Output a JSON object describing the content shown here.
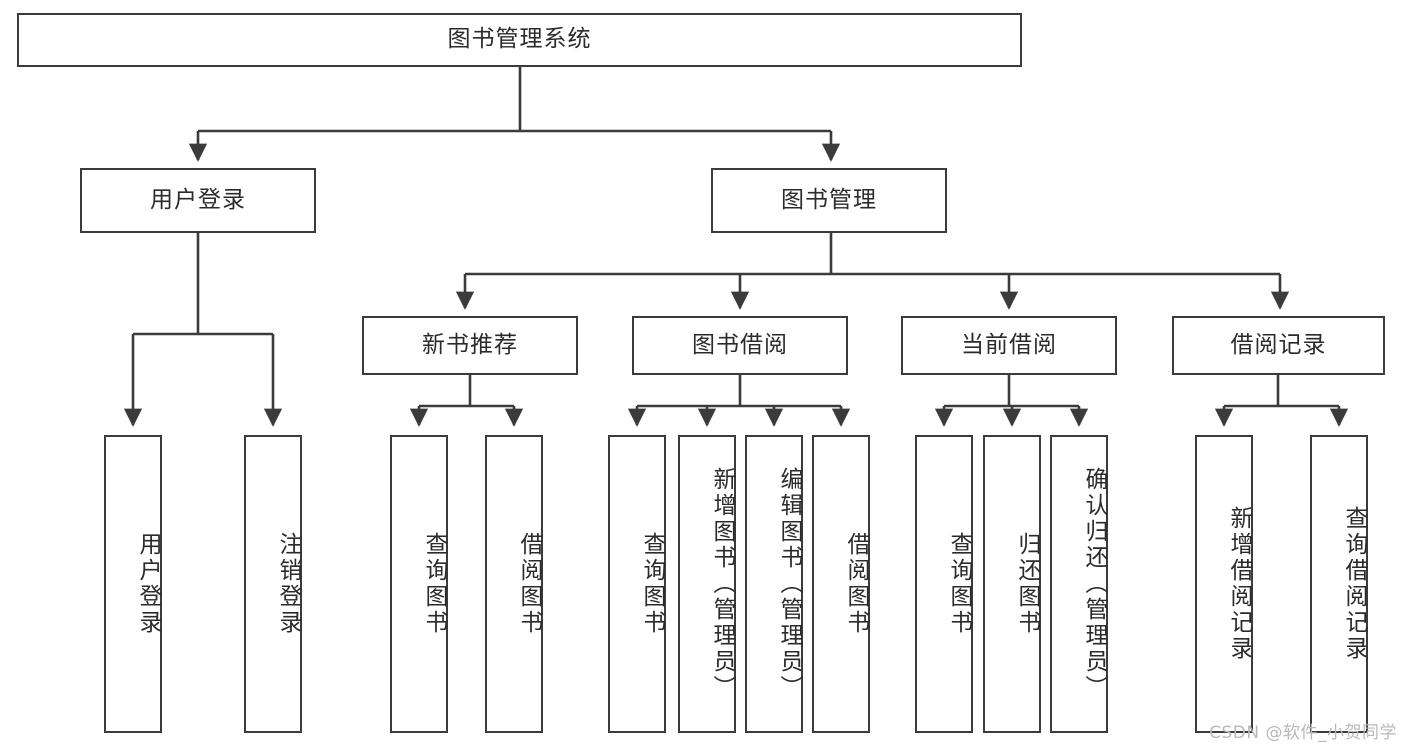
{
  "diagram": {
    "type": "hierarchy-tree",
    "title": "图书管理系统",
    "watermark": "CSDN @软件_小贺同学",
    "colors": {
      "border": "#3b3b3b",
      "background": "#ffffff",
      "text": "#2b2b2b",
      "connector": "#3b3b3b",
      "watermark": "#b9b9b9"
    },
    "levels": {
      "level1": {
        "root": {
          "label": "图书管理系统"
        }
      },
      "level2": [
        {
          "label": "用户登录"
        },
        {
          "label": "图书管理"
        }
      ],
      "level3": [
        {
          "label": "新书推荐"
        },
        {
          "label": "图书借阅"
        },
        {
          "label": "当前借阅"
        },
        {
          "label": "借阅记录"
        }
      ],
      "level4": {
        "user_login": [
          {
            "label": "用户登录"
          },
          {
            "label": "注销登录"
          }
        ],
        "new_book_recommend": [
          {
            "label": "查询图书"
          },
          {
            "label": "借阅图书"
          }
        ],
        "book_borrow": [
          {
            "label": "查询图书"
          },
          {
            "label": "新增图书（管理员）"
          },
          {
            "label": "编辑图书（管理员）"
          },
          {
            "label": "借阅图书"
          }
        ],
        "current_borrow": [
          {
            "label": "查询图书"
          },
          {
            "label": "归还图书"
          },
          {
            "label": "确认归还（管理员）"
          }
        ],
        "borrow_record": [
          {
            "label": "新增借阅记录"
          },
          {
            "label": "查询借阅记录"
          }
        ]
      }
    }
  }
}
